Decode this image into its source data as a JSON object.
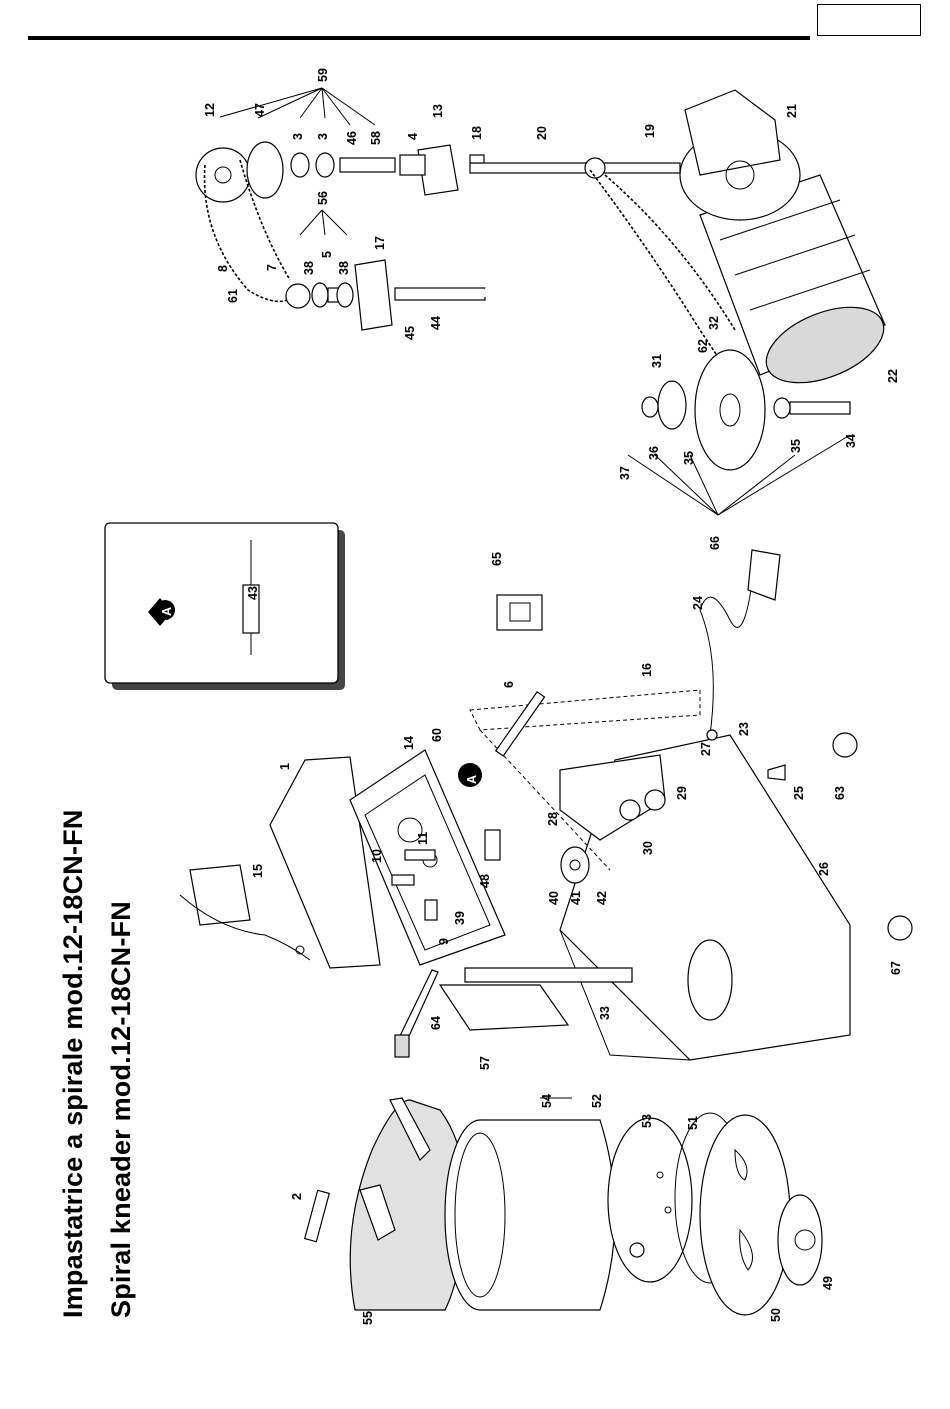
{
  "header": {
    "title_it": "Impastatrice a spirale mod.12-18CN-FN",
    "title_en": "Spiral kneader mod.12-18CN-FN",
    "page_box": ""
  },
  "inset": {
    "marker": "A",
    "part": "43"
  },
  "callout_A": "A",
  "labels": {
    "p1": "1",
    "p2": "2",
    "p3a": "3",
    "p3b": "3",
    "p4": "4",
    "p5": "5",
    "p6": "6",
    "p7": "7",
    "p8": "8",
    "p9": "9",
    "p10": "10",
    "p11": "11",
    "p12": "12",
    "p13": "13",
    "p14": "14",
    "p15": "15",
    "p16": "16",
    "p17": "17",
    "p18": "18",
    "p19": "19",
    "p20": "20",
    "p21": "21",
    "p22": "22",
    "p23": "23",
    "p24": "24",
    "p25": "25",
    "p26": "26",
    "p27": "27",
    "p28": "28",
    "p29": "29",
    "p30": "30",
    "p31": "31",
    "p32": "32",
    "p33": "33",
    "p34": "34",
    "p35a": "35",
    "p35b": "35",
    "p36": "36",
    "p37": "37",
    "p38a": "38",
    "p38b": "38",
    "p39": "39",
    "p40": "40",
    "p41": "41",
    "p42": "42",
    "p43": "43",
    "p44": "44",
    "p45": "45",
    "p46": "46",
    "p47": "47",
    "p48": "48",
    "p49": "49",
    "p50": "50",
    "p51": "51",
    "p52": "52",
    "p53": "53",
    "p54": "54",
    "p55": "55",
    "p56": "56",
    "p57": "57",
    "p58": "58",
    "p59": "59",
    "p60": "60",
    "p61": "61",
    "p62": "62",
    "p63": "63",
    "p64": "64",
    "p65": "65",
    "p66": "66",
    "p67": "67"
  }
}
